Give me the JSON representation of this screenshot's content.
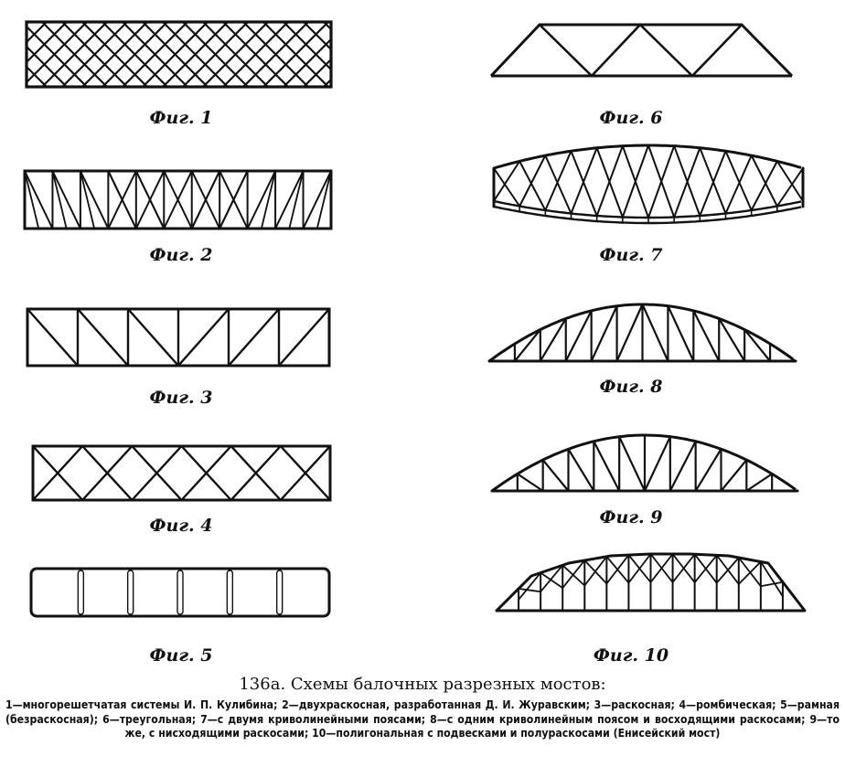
{
  "figures": [
    {
      "caption": "Фиг. 1"
    },
    {
      "caption": "Фиг. 2"
    },
    {
      "caption": "Фиг. 3"
    },
    {
      "caption": "Фиг. 4"
    },
    {
      "caption": "Фиг. 5"
    },
    {
      "caption": "Фиг. 6"
    },
    {
      "caption": "Фиг. 7"
    },
    {
      "caption": "Фиг. 8"
    },
    {
      "caption": "Фиг. 9"
    },
    {
      "caption": "Фиг. 10"
    }
  ],
  "title": "136а. Схемы балочных разрезных мостов:",
  "description": "1—многорешетчатая системы И. П. Кулибина; 2—двухраскосная, разработанная Д. И. Журавским; 3—раскосная; 4—ромбическая; 5—рамная (безраскосная); 6—треугольная; 7—с двумя криволинейными поясами; 8—с одним криволинейным поясом и восходящими раскосами; 9—то же, с нисходящими раскосами; 10—полигональная с подвесками и полураскосами (Енисейский мост)",
  "colors": {
    "ink": "#111111"
  }
}
